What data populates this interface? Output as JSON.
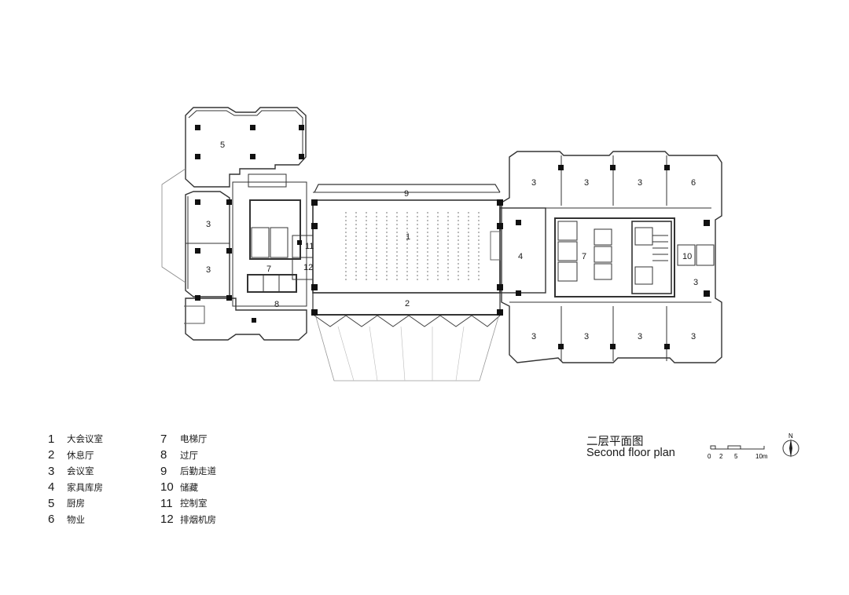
{
  "plan": {
    "rooms": [
      {
        "num": "5"
      },
      {
        "num": "3"
      },
      {
        "num": "3"
      },
      {
        "num": "7"
      },
      {
        "num": "8"
      },
      {
        "num": "11"
      },
      {
        "num": "12"
      },
      {
        "num": "9"
      },
      {
        "num": "1"
      },
      {
        "num": "2"
      },
      {
        "num": "4"
      },
      {
        "num": "3"
      },
      {
        "num": "3"
      },
      {
        "num": "3"
      },
      {
        "num": "6"
      },
      {
        "num": "7"
      },
      {
        "num": "10"
      },
      {
        "num": "3"
      },
      {
        "num": "3"
      },
      {
        "num": "3"
      },
      {
        "num": "3"
      },
      {
        "num": "3"
      }
    ]
  },
  "legend": [
    {
      "num": "1",
      "name": "大会议室"
    },
    {
      "num": "2",
      "name": "休息厅"
    },
    {
      "num": "3",
      "name": "会议室"
    },
    {
      "num": "4",
      "name": "家具库房"
    },
    {
      "num": "5",
      "name": "厨房"
    },
    {
      "num": "6",
      "name": "物业"
    },
    {
      "num": "7",
      "name": "电梯厅"
    },
    {
      "num": "8",
      "name": "过厅"
    },
    {
      "num": "9",
      "name": "后勤走道"
    },
    {
      "num": "10",
      "name": "储藏"
    },
    {
      "num": "11",
      "name": "控制室"
    },
    {
      "num": "12",
      "name": "排烟机房"
    }
  ],
  "title": {
    "zh": "二层平面图",
    "en": "Second floor plan"
  },
  "scale": {
    "ticks": [
      "0",
      "2",
      "5",
      "10m"
    ]
  },
  "north": {
    "label": "N"
  }
}
